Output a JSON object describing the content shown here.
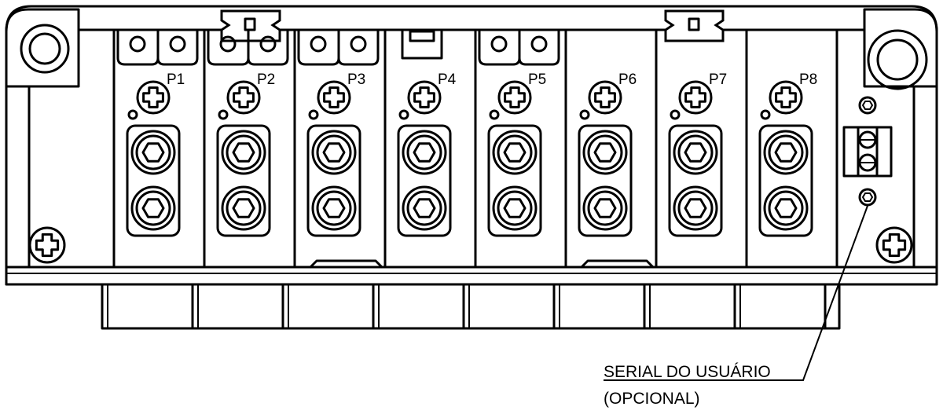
{
  "ports": [
    {
      "label": "P1"
    },
    {
      "label": "P2"
    },
    {
      "label": "P3"
    },
    {
      "label": "P4"
    },
    {
      "label": "P5"
    },
    {
      "label": "P6"
    },
    {
      "label": "P7"
    },
    {
      "label": "P8"
    }
  ],
  "callout": {
    "line1": "SERIAL DO USUÁRIO",
    "line2": "(OPCIONAL)"
  },
  "colors": {
    "ink": "#000000",
    "paper": "#ffffff"
  }
}
